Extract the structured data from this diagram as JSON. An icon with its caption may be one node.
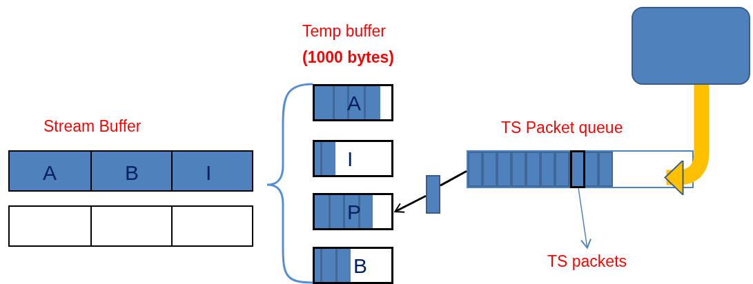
{
  "diagram": {
    "nodes": [
      {
        "text": [],
        "shape": "box"
      },
      {
        "text": [
          "TS Packet queue"
        ]
      },
      {
        "text": [],
        "shape": "box",
        "in": 1
      },
      {
        "text": [
          "TS packets"
        ]
      },
      {
        "text": [],
        "shape": "box"
      },
      {
        "text": [
          "A"
        ]
      },
      {
        "text": [
          "I"
        ]
      },
      {
        "text": [
          "P"
        ]
      },
      {
        "text": [
          "B"
        ]
      },
      {
        "text": [
          "A"
        ]
      },
      {
        "text": [
          "B"
        ]
      },
      {
        "text": [
          "I"
        ]
      },
      {
        "text": [],
        "shape": "box"
      },
      {
        "text": [],
        "shape": "box"
      },
      {
        "text": [],
        "shape": "box"
      }
    ],
    "edges": [
      {
        "from": 0,
        "to": 1,
        "arrow": "to",
        "style": "thick",
        "color": "#ffc000"
      },
      {
        "from": 1,
        "to": 4,
        "arrow": "none"
      },
      {
        "from": 4,
        "to": 7,
        "arrow": "to"
      },
      {
        "from": 2,
        "to": 3,
        "arrow": "to",
        "color": "#4f81bd"
      }
    ],
    "labels": [
      "Temp buffer",
      "(1000 bytes)",
      "Stream Buffer"
    ]
  }
}
